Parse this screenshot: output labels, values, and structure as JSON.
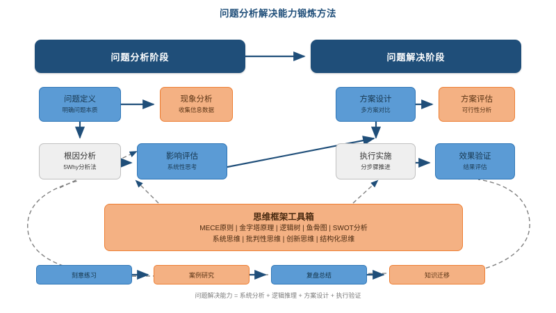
{
  "diagram": {
    "title": "问题分析解决能力锻炼方法",
    "phases": [
      {
        "id": "analysis",
        "label": "问题分析阶段"
      },
      {
        "id": "solving",
        "label": "问题解决阶段"
      }
    ],
    "nodes": [
      {
        "id": "define",
        "title": "问题定义",
        "subtitle": "明确问题本质",
        "color": "blue"
      },
      {
        "id": "phenom",
        "title": "现象分析",
        "subtitle": "收集信息数据",
        "color": "orange"
      },
      {
        "id": "root",
        "title": "根因分析",
        "subtitle": "5Why分析法",
        "color": "gray"
      },
      {
        "id": "impact",
        "title": "影响评估",
        "subtitle": "系统性思考",
        "color": "blue"
      },
      {
        "id": "design",
        "title": "方案设计",
        "subtitle": "多方案对比",
        "color": "blue"
      },
      {
        "id": "eval",
        "title": "方案评估",
        "subtitle": "可行性分析",
        "color": "orange"
      },
      {
        "id": "exec",
        "title": "执行实施",
        "subtitle": "分步骤推进",
        "color": "gray"
      },
      {
        "id": "verify",
        "title": "效果验证",
        "subtitle": "结果评估",
        "color": "blue"
      }
    ],
    "toolbox": {
      "title": "思维框架工具箱",
      "line1": "MECE原则 | 金字塔原理 | 逻辑树 | 鱼骨图 | SWOT分析",
      "line2": "系统思维 | 批判性思维 | 创新思维 | 结构化思维"
    },
    "practice_steps": [
      {
        "id": "deliberate",
        "label": "刻意练习",
        "color": "blue"
      },
      {
        "id": "case",
        "label": "案例研究",
        "color": "orange"
      },
      {
        "id": "review",
        "label": "复盘总结",
        "color": "blue"
      },
      {
        "id": "transfer",
        "label": "知识迁移",
        "color": "orange"
      }
    ],
    "formula": "问题解决能力 = 系统分析 + 逻辑推理 + 方案设计 + 执行验证",
    "colors": {
      "title_text": "#1F4E79",
      "phase_bg": "#1F4E79",
      "blue_fill": "#5B9BD5",
      "blue_stroke": "#2E75B6",
      "orange_fill": "#F4B183",
      "orange_stroke": "#ED7D31",
      "gray_fill": "#EFEFEF",
      "gray_stroke": "#BFBFBF",
      "arrow_solid": "#1F4E79",
      "arrow_dashed": "#808080"
    }
  }
}
